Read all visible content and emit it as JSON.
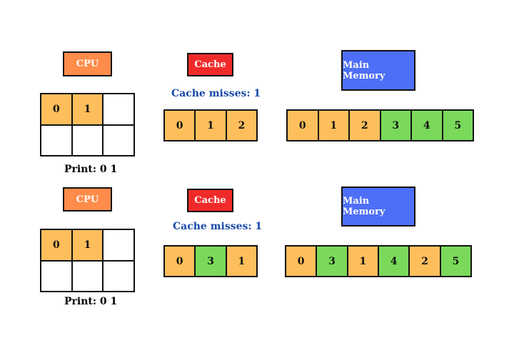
{
  "colors": {
    "cpu_box": "#ff8c4a",
    "cache_box": "#f02a2a",
    "memory_box": "#4d6ef7",
    "orange_cell": "#ffbe5c",
    "green_cell": "#7ad95a",
    "misses_text": "#1749a8"
  },
  "panels": [
    {
      "cpu_label": "CPU",
      "cpu_cells": [
        {
          "value": "0",
          "color": "orange"
        },
        {
          "value": "1",
          "color": "orange"
        },
        {
          "value": "",
          "color": "empty"
        },
        {
          "value": "",
          "color": "empty"
        },
        {
          "value": "",
          "color": "empty"
        },
        {
          "value": "",
          "color": "empty"
        }
      ],
      "print_text": "Print: 0 1",
      "cache_label": "Cache",
      "cache_misses": "Cache misses: 1",
      "cache_cells": [
        {
          "value": "0",
          "color": "orange"
        },
        {
          "value": "1",
          "color": "orange"
        },
        {
          "value": "2",
          "color": "orange"
        }
      ],
      "memory_label": "Main Memory",
      "memory_cells": [
        {
          "value": "0",
          "color": "orange"
        },
        {
          "value": "1",
          "color": "orange"
        },
        {
          "value": "2",
          "color": "orange"
        },
        {
          "value": "3",
          "color": "green"
        },
        {
          "value": "4",
          "color": "green"
        },
        {
          "value": "5",
          "color": "green"
        }
      ]
    },
    {
      "cpu_label": "CPU",
      "cpu_cells": [
        {
          "value": "0",
          "color": "orange"
        },
        {
          "value": "1",
          "color": "orange"
        },
        {
          "value": "",
          "color": "empty"
        },
        {
          "value": "",
          "color": "empty"
        },
        {
          "value": "",
          "color": "empty"
        },
        {
          "value": "",
          "color": "empty"
        }
      ],
      "print_text": "Print: 0 1",
      "cache_label": "Cache",
      "cache_misses": "Cache misses: 1",
      "cache_cells": [
        {
          "value": "0",
          "color": "orange"
        },
        {
          "value": "3",
          "color": "green"
        },
        {
          "value": "1",
          "color": "orange"
        }
      ],
      "memory_label": "Main Memory",
      "memory_cells": [
        {
          "value": "0",
          "color": "orange"
        },
        {
          "value": "3",
          "color": "green"
        },
        {
          "value": "1",
          "color": "orange"
        },
        {
          "value": "4",
          "color": "green"
        },
        {
          "value": "2",
          "color": "orange"
        },
        {
          "value": "5",
          "color": "green"
        }
      ]
    }
  ]
}
